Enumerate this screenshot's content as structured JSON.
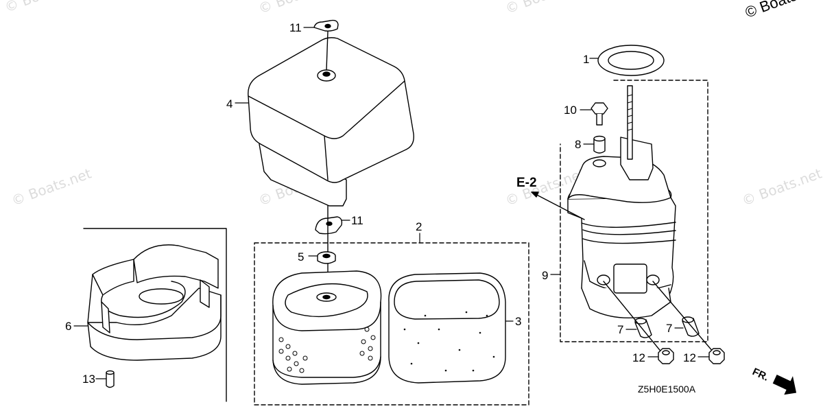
{
  "diagram": {
    "copyright": "© Boats.net",
    "watermark": "© Boats.net",
    "drawing_code": "Z5H0E1500A",
    "reference_label": "E-2",
    "front_label": "FR.",
    "callouts": [
      "1",
      "2",
      "3",
      "4",
      "5",
      "6",
      "7",
      "7",
      "8",
      "9",
      "10",
      "11",
      "11",
      "12",
      "12",
      "13"
    ]
  }
}
